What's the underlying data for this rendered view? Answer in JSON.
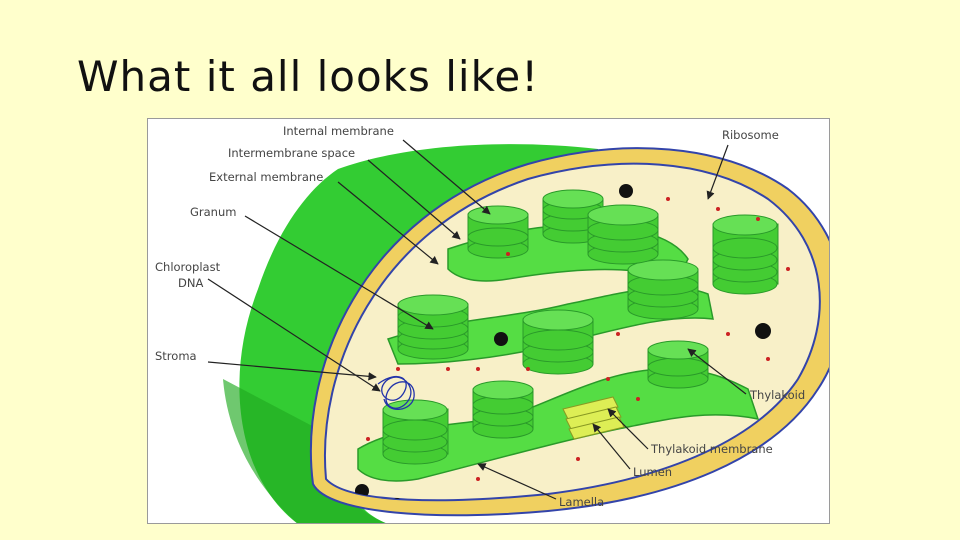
{
  "slide": {
    "title": "What it all looks like!"
  },
  "diagram": {
    "labels": {
      "internal_membrane": "Internal membrane",
      "intermembrane_space": "Intermembrane space",
      "external_membrane": "External membrane",
      "granum": "Granum",
      "chloroplast": "Chloroplast",
      "dna": "DNA",
      "stroma": "Stroma",
      "ribosome": "Ribosome",
      "thylakoid": "Thylakoid",
      "thylakoid_membrane": "Thylakoid membrane",
      "lumen": "Lumen",
      "lamella": "Lamella"
    },
    "colors": {
      "outer_shell": "#33cc33",
      "outer_shell_dark": "#22aa22",
      "membrane_yellow": "#f0d060",
      "membrane_blue": "#3344aa",
      "stroma_fill": "#f8f0c8",
      "thylakoid": "#55dd44",
      "thylakoid_dark": "#2a9a2a",
      "ribosome_dot": "#cc2222",
      "dna": "#2233aa",
      "thylakoid_membrane": "#ddee55"
    }
  }
}
